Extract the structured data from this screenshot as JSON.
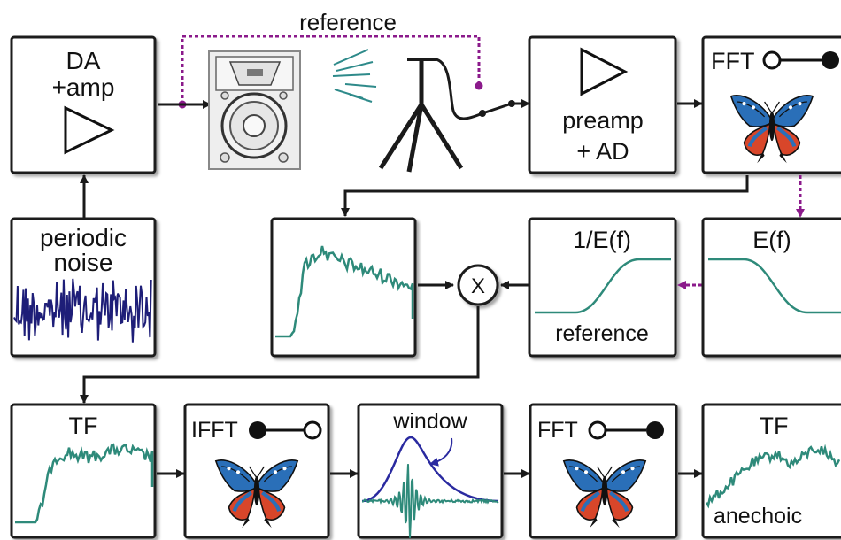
{
  "colors": {
    "wire": "#1a1a1a",
    "reference_line": "#8b1a8b",
    "curve": "#2e8a7a",
    "noise": "#1e1e78",
    "window_curve": "#2a2aa0",
    "box_border": "#1a1a1a",
    "background": "#ffffff"
  },
  "labels": {
    "reference_top": "reference",
    "da_line1": "DA",
    "da_line2": "+amp",
    "preamp_line1": "preamp",
    "preamp_line2": "+ AD",
    "fft_top": "FFT",
    "periodic_line1": "periodic",
    "periodic_line2": "noise",
    "inv_ef": "1/E(f)",
    "reference_box": "reference",
    "ef": "E(f)",
    "multiply": "X",
    "tf_left": "TF",
    "ifft": "IFFT",
    "window": "window",
    "fft_bottom": "FFT",
    "tf_right": "TF",
    "anechoic": "anechoic"
  },
  "icons": {
    "amplifier": "triangle-amplifier-icon",
    "speaker": "loudspeaker-icon",
    "microphone": "microphone-on-tripod-icon",
    "butterfly": "butterfly-icon",
    "switch": "toggle-switch-icon",
    "multiplier": "multiply-circle-icon"
  }
}
